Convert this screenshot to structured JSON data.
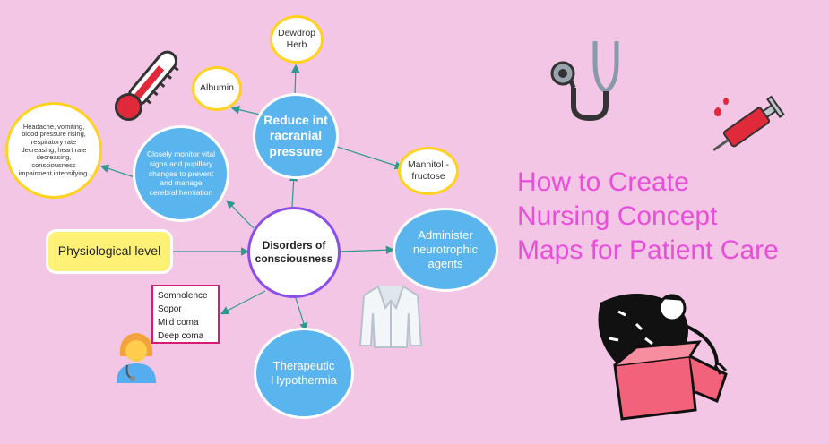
{
  "title": {
    "lines": [
      "How to Create",
      "Nursing Concept",
      "Maps for Patient Care"
    ]
  },
  "center": {
    "label": "Disorders of consciousness"
  },
  "nodes": {
    "reduce_pressure": "Reduce int racranial pressure",
    "monitor_vitals": "Closely monitor vital signs and pupillary changes to prevent and manage cerebral herniation",
    "neurotrophic": "Administer neurotrophic agents",
    "hypothermia": "Therapeutic Hypothermia",
    "physiological": "Physiological level",
    "dewdrop": "Dewdrop Herb",
    "albumin": "Albumin",
    "mannitol": "Mannitol -fructose",
    "symptoms": "Headache, vomiting, blood pressure rising, respiratory rate decreasing, heart rate decreasing, consciousness impairment intensifying."
  },
  "levels": [
    "Somnolence",
    "Sopor",
    "Mild coma",
    "Deep coma"
  ],
  "colors": {
    "background": "#f4c6e6",
    "title": "#e84fd9",
    "blue_node": "#5ab4ee",
    "yellow_ring": "#ffd21f",
    "center_ring": "#8a4fe8",
    "list_border": "#d81b72",
    "connector": "#2b9a8e"
  },
  "icons": [
    "thermometer-icon",
    "stethoscope-icon",
    "syringe-icon",
    "lab-coat-icon",
    "nurse-icon",
    "person-with-box-illustration"
  ]
}
